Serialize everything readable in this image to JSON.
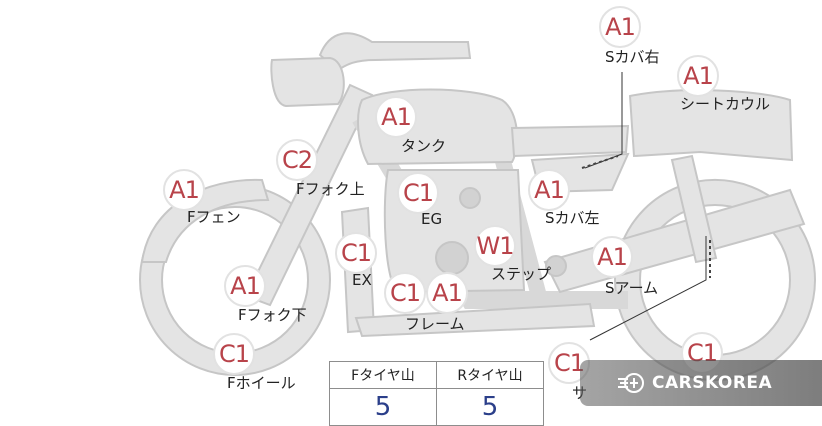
{
  "markers": [
    {
      "code": "A1",
      "label": "Sカバ右"
    },
    {
      "code": "A1",
      "label": "シートカウル"
    },
    {
      "code": "A1",
      "label": "タンク"
    },
    {
      "code": "C2",
      "label": "Fフォク上"
    },
    {
      "code": "A1",
      "label": "Fフェン"
    },
    {
      "code": "C1",
      "label": "EG"
    },
    {
      "code": "A1",
      "label": "Sカバ左"
    },
    {
      "code": "W1",
      "label": "ステップ"
    },
    {
      "code": "C1",
      "label": "EX"
    },
    {
      "code": "A1",
      "label": "Sアーム"
    },
    {
      "code": "A1",
      "label": "Fフォク下"
    },
    {
      "code": "C1",
      "label": ""
    },
    {
      "code": "A1",
      "label": "フレーム"
    },
    {
      "code": "C1",
      "label": "Fホイール"
    },
    {
      "code": "C1",
      "label": "サ"
    },
    {
      "code": "C1",
      "label": ""
    }
  ],
  "tire_table": {
    "headers": [
      "Fタイヤ山",
      "Rタイヤ山"
    ],
    "values": [
      "5",
      "5"
    ]
  },
  "watermark": {
    "text": "CARSKOREA"
  },
  "colors": {
    "bike_fill": "#e4e4e4",
    "bike_stroke": "#c6c6c6",
    "badge_text": "#b8434a",
    "table_value": "#2b3f8a"
  }
}
